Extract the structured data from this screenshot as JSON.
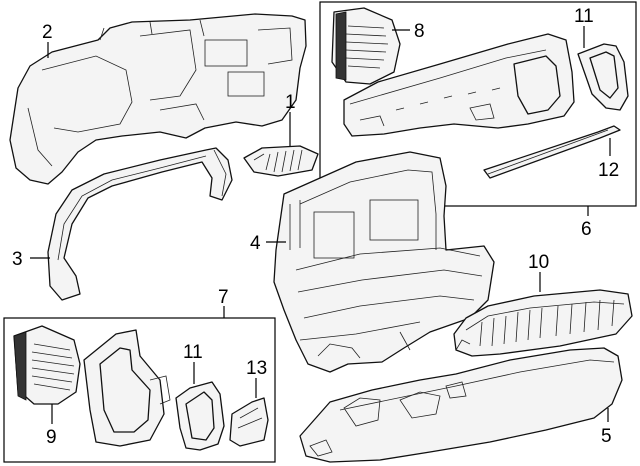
{
  "callouts": {
    "c1": "1",
    "c2": "2",
    "c3": "3",
    "c4": "4",
    "c5": "5",
    "c6": "6",
    "c7": "7",
    "c8": "8",
    "c9": "9",
    "c10": "10",
    "c11a": "11",
    "c11b": "11",
    "c12": "12",
    "c13": "13"
  },
  "colors": {
    "line": "#111111",
    "background": "#ffffff"
  }
}
